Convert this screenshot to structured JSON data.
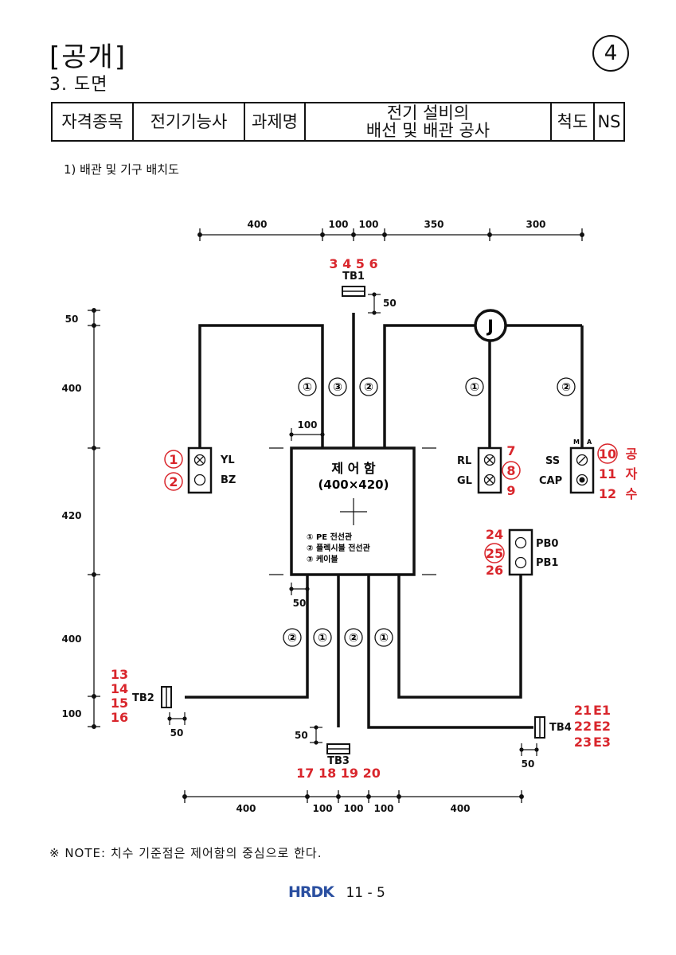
{
  "header": {
    "title": "[공개]",
    "subtitle": "3. 도면",
    "page_no": "4"
  },
  "info_table": {
    "c1": "자격종목",
    "c2": "전기기능사",
    "c3": "과제명",
    "c4_line1": "전기 설비의",
    "c4_line2": "배선 및 배관 공사",
    "c5": "척도",
    "c6": "NS"
  },
  "section_title": "1) 배관 및 기구 배치도",
  "dims": {
    "top": [
      "400",
      "100",
      "100",
      "350",
      "300"
    ],
    "bottom": [
      "400",
      "100",
      "100",
      "100",
      "400"
    ],
    "left": [
      "50",
      "400",
      "420",
      "400",
      "100"
    ],
    "misc_50_tb1": "50",
    "misc_100": "100",
    "misc_50_box": "50",
    "misc_50_tb2": "50",
    "misc_50_tb3": "50",
    "misc_50_tb4": "50"
  },
  "control_box": {
    "title": "제 어 함",
    "size": "(400×420)",
    "legend": [
      "① PE 전선관",
      "② 플렉시블 전선관",
      "③ 케이블"
    ]
  },
  "junction": "J",
  "pipe_marks": {
    "top_left": "①",
    "top_mid": "③",
    "top_right": "②",
    "rl_line": "①",
    "ss_line": "②",
    "bot1": "②",
    "bot2": "①",
    "bot3": "②",
    "bot4": "①"
  },
  "terminals": {
    "tb1": "TB1",
    "tb1_nums": "3 4 5 6",
    "tb2": "TB2",
    "tb2_nums": [
      "13",
      "14",
      "15",
      "16"
    ],
    "tb3": "TB3",
    "tb3_nums": "17 18 19 20",
    "tb4": "TB4",
    "tb4_nums": [
      "21",
      "22",
      "23"
    ],
    "tb4_e": [
      "E1",
      "E2",
      "E3"
    ]
  },
  "devices": {
    "yl": "YL",
    "bz": "BZ",
    "yl_no": "1",
    "bz_no": "2",
    "rl": "RL",
    "gl": "GL",
    "rl_nums": [
      "7",
      "8",
      "9"
    ],
    "ss": "SS",
    "cap": "CAP",
    "m": "M",
    "a": "A",
    "ss_nums": [
      "10",
      "11",
      "12"
    ],
    "ss_words": [
      "공",
      "자",
      "수"
    ],
    "pb0": "PB0",
    "pb1": "PB1",
    "pb_nums": [
      "24",
      "25",
      "26"
    ]
  },
  "note": "※ NOTE: 치수 기준점은 제어함의 중심으로 한다.",
  "footer": {
    "logo": "HRDK",
    "page": "11 - 5"
  },
  "colors": {
    "annotation_red": "#d9262c",
    "line": "#111111",
    "logo_blue": "#2a4fa0"
  }
}
